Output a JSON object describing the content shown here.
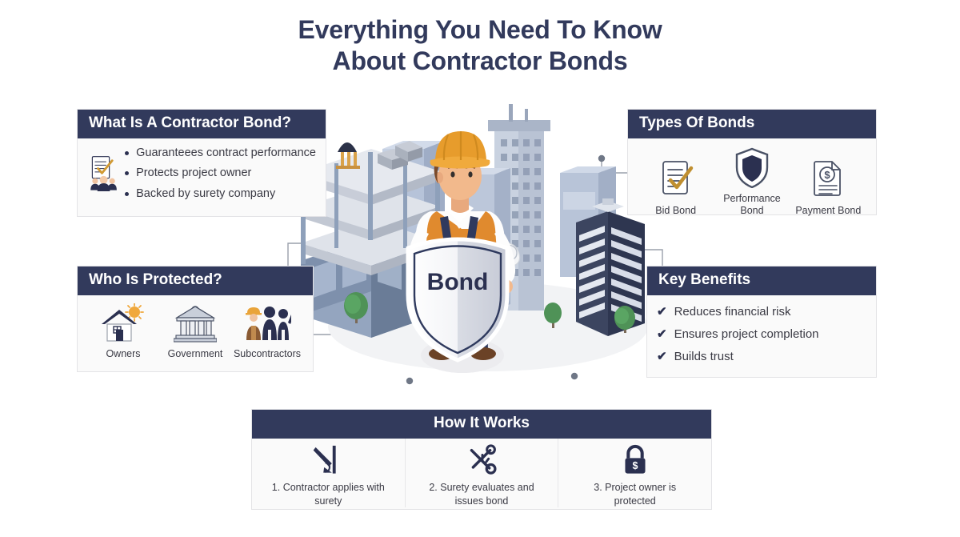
{
  "title": {
    "line1": "Everything You Need To Know",
    "line2": "About Contractor Bonds"
  },
  "colors": {
    "header_navy": "#323a5c",
    "panel_bg": "#fafafa",
    "page_bg": "#ffffff",
    "text_body": "#3a3a44",
    "accent_orange": "#e8a33d",
    "connector_gray": "#9aa0ab"
  },
  "panels": {
    "what_is": {
      "heading": "What Is A Contractor Bond?",
      "icon": "document-check-people-icon",
      "bullets": [
        "Guaranteees contract performance",
        "Protects project owner",
        "Backed by surety company"
      ]
    },
    "types_of_bonds": {
      "heading": "Types Of Bonds",
      "items": [
        {
          "label": "Bid Bond",
          "icon": "document-check-icon"
        },
        {
          "label": "Performance Bond",
          "icon": "shield-icon"
        },
        {
          "label": "Payment Bond",
          "icon": "document-dollar-icon"
        }
      ]
    },
    "who_is_protected": {
      "heading": "Who Is Protected?",
      "items": [
        {
          "label": "Owners",
          "icon": "house-sun-icon"
        },
        {
          "label": "Government",
          "icon": "bank-building-icon"
        },
        {
          "label": "Subcontractors",
          "icon": "workers-group-icon"
        }
      ]
    },
    "key_benefits": {
      "heading": "Key Benefits",
      "check_glyph": "✔",
      "items": [
        "Reduces financial risk",
        "Ensures project completion",
        "Builds trust"
      ]
    },
    "how_it_works": {
      "heading": "How It Works",
      "steps": [
        {
          "label": "1. Contractor applies with surety",
          "icon": "signing-pen-icon"
        },
        {
          "label": "2. Surety evaluates and issues bond",
          "icon": "crossed-keys-icon"
        },
        {
          "label": "3. Project owner is protected",
          "icon": "padlock-dollar-icon"
        }
      ]
    }
  },
  "scene": {
    "shield_label": "Bond",
    "description": "contractor-with-bond-shield-and-city-illustration"
  }
}
